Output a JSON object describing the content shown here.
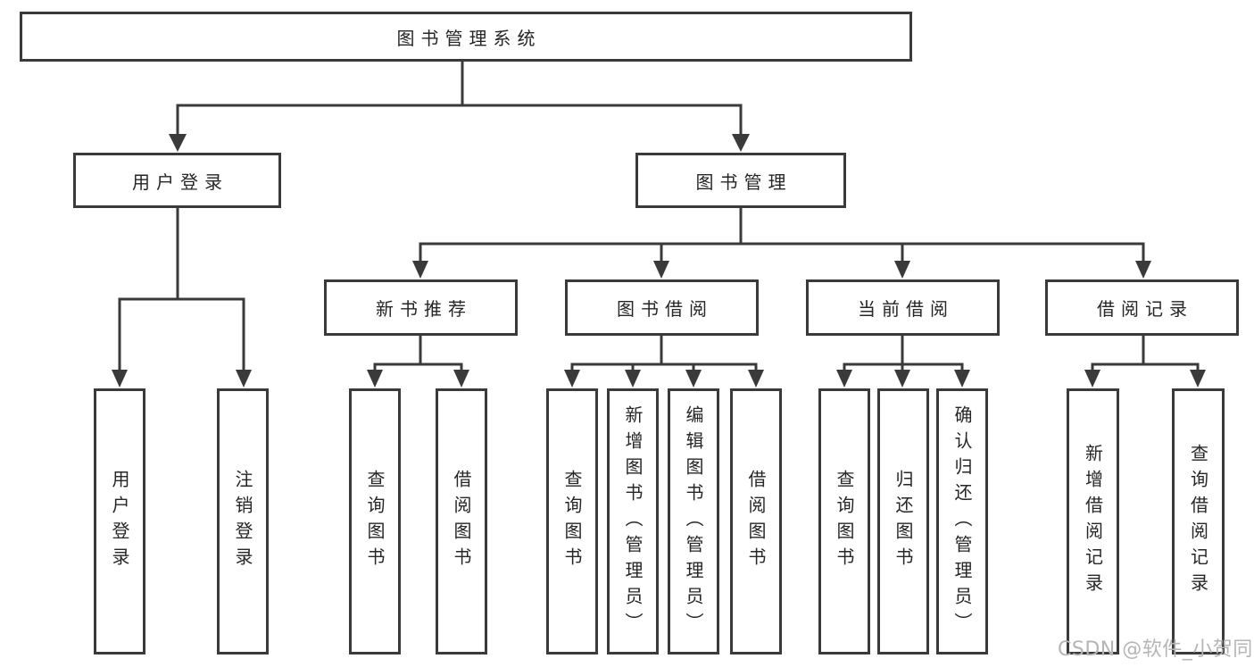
{
  "diagram": {
    "root": {
      "label": "图书管理系统"
    },
    "level2": [
      {
        "label": "用户登录",
        "children": [
          "用户登录",
          "注销登录"
        ]
      },
      {
        "label": "图书管理"
      }
    ],
    "level3": [
      {
        "label": "新书推荐",
        "children": [
          "查询图书",
          "借阅图书"
        ]
      },
      {
        "label": "图书借阅",
        "children": [
          "查询图书",
          "新增图书（管理员）",
          "编辑图书（管理员）",
          "借阅图书"
        ]
      },
      {
        "label": "当前借阅",
        "children": [
          "查询图书",
          "归还图书",
          "确认归还（管理员）"
        ]
      },
      {
        "label": "借阅记录",
        "children": [
          "新增借阅记录",
          "查询借阅记录"
        ]
      }
    ],
    "watermark": "CSDN @软件_小贺同学",
    "colors": {
      "line": "#3a3a3a",
      "box_border": "#3a3a3a",
      "text": "#262626",
      "watermark": "#b5b5b5",
      "background": "#ffffff"
    }
  }
}
